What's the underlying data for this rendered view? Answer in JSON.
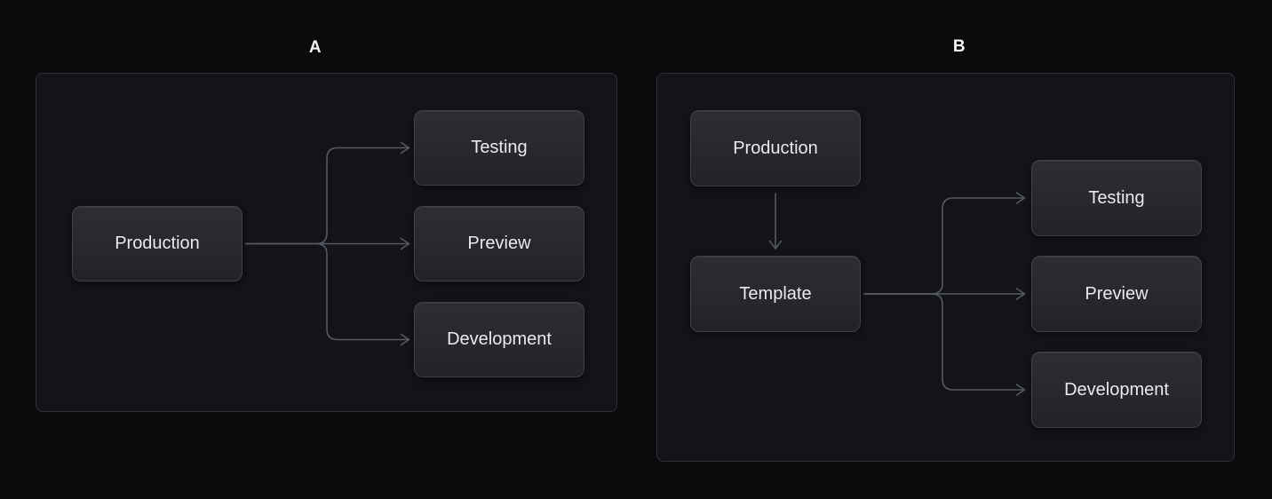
{
  "colors": {
    "page_bg": "#0a0b0d",
    "panel_bg": "#131418",
    "panel_border": "#2e3036",
    "box_bg_top": "#2c2e33",
    "box_bg_bottom": "#212327",
    "box_border": "#3e4147",
    "box_text": "#e8eaed",
    "label_text": "#f4f4f4",
    "connector": "#565960"
  },
  "diagrams": [
    {
      "label": "A",
      "nodes": [
        {
          "id": "production",
          "label": "Production"
        },
        {
          "id": "testing",
          "label": "Testing"
        },
        {
          "id": "preview",
          "label": "Preview"
        },
        {
          "id": "development",
          "label": "Development"
        }
      ],
      "edges": [
        {
          "from": "production",
          "to": "testing"
        },
        {
          "from": "production",
          "to": "preview"
        },
        {
          "from": "production",
          "to": "development"
        }
      ]
    },
    {
      "label": "B",
      "nodes": [
        {
          "id": "production",
          "label": "Production"
        },
        {
          "id": "template",
          "label": "Template"
        },
        {
          "id": "testing",
          "label": "Testing"
        },
        {
          "id": "preview",
          "label": "Preview"
        },
        {
          "id": "development",
          "label": "Development"
        }
      ],
      "edges": [
        {
          "from": "production",
          "to": "template"
        },
        {
          "from": "template",
          "to": "testing"
        },
        {
          "from": "template",
          "to": "preview"
        },
        {
          "from": "template",
          "to": "development"
        }
      ]
    }
  ]
}
